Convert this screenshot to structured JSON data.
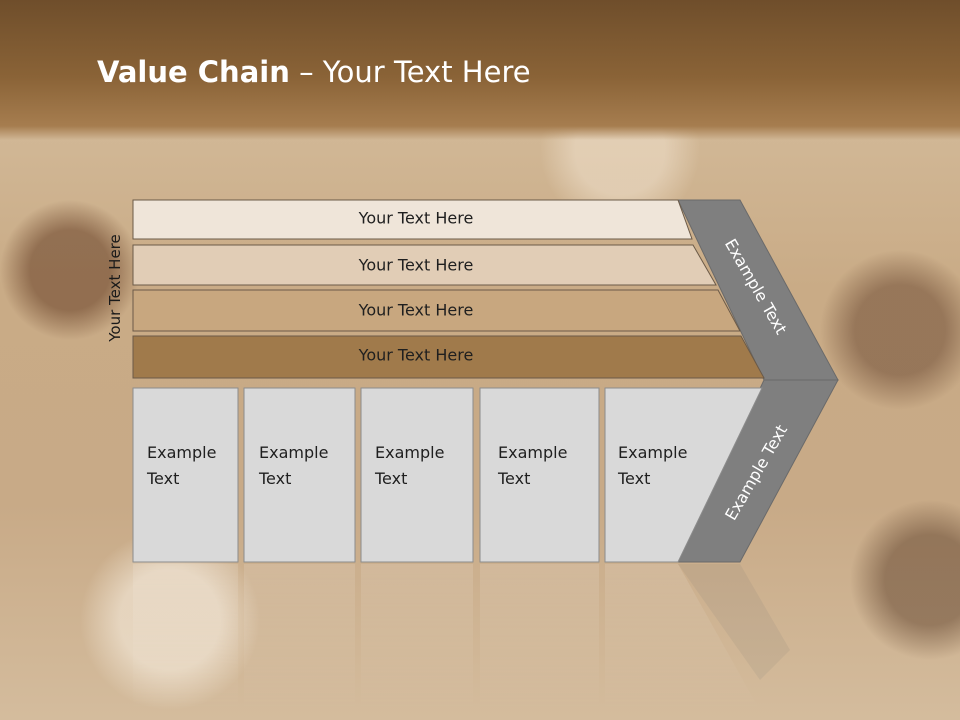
{
  "title": {
    "bold": "Value Chain",
    "rest": " – Your Text Here"
  },
  "side_label": "Your Text Here",
  "support_activities": [
    {
      "label": "Your Text Here",
      "color": "#efe5d9"
    },
    {
      "label": "Your Text Here",
      "color": "#e1cdb6"
    },
    {
      "label": "Your Text Here",
      "color": "#c8a77f"
    },
    {
      "label": "Your Text Here",
      "color": "#a07a4b"
    }
  ],
  "primary_activities": [
    {
      "line1": "Example",
      "line2": "Text"
    },
    {
      "line1": "Example",
      "line2": "Text"
    },
    {
      "line1": "Example",
      "line2": "Text"
    },
    {
      "line1": "Example",
      "line2": "Text"
    },
    {
      "line1": "Example",
      "line2": "Text"
    }
  ],
  "margin_upper": "Example Text",
  "margin_lower": "Example Text",
  "colors": {
    "box_fill": "#d9d9d9",
    "arrow_fill": "#7f7f7f",
    "header": "#7a5530"
  }
}
